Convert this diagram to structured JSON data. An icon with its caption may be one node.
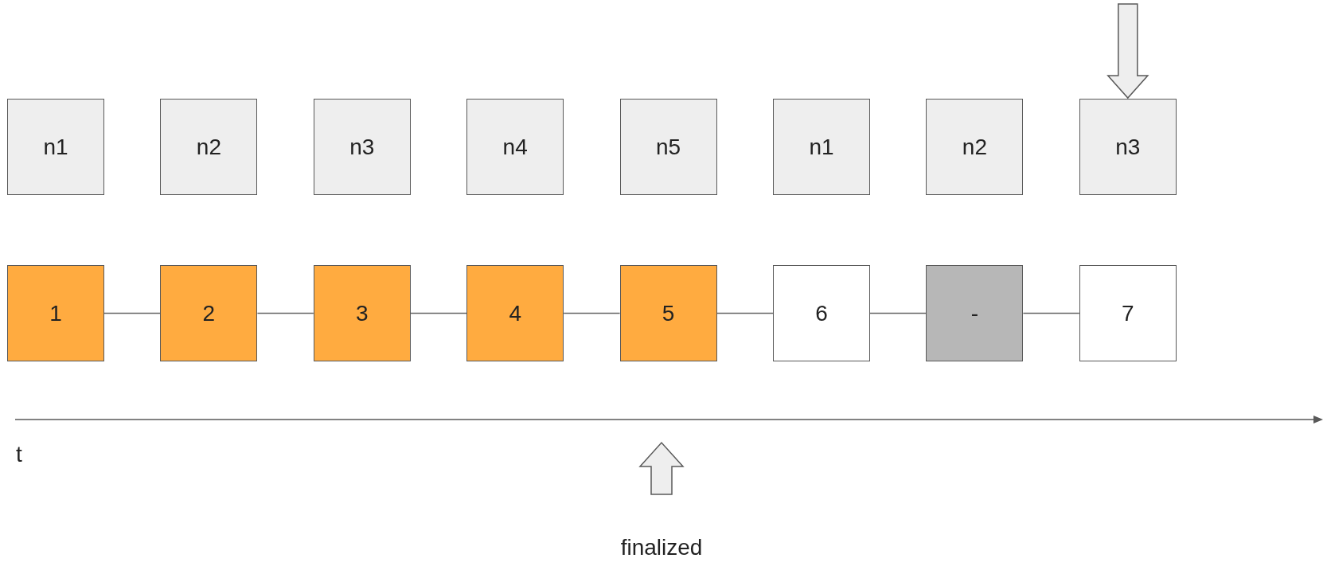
{
  "diagram": {
    "nodes": [
      {
        "text": [
          "n1"
        ]
      },
      {
        "text": [
          "n2"
        ]
      },
      {
        "text": [
          "n3"
        ]
      },
      {
        "text": [
          "n4"
        ]
      },
      {
        "text": [
          "n5"
        ]
      },
      {
        "text": [
          "n1"
        ]
      },
      {
        "text": [
          "n2"
        ]
      },
      {
        "text": [
          "n3"
        ]
      },
      {
        "text": [
          "1"
        ]
      },
      {
        "text": [
          "2"
        ]
      },
      {
        "text": [
          "3"
        ]
      },
      {
        "text": [
          "4"
        ]
      },
      {
        "text": [
          "5"
        ]
      },
      {
        "text": [
          "6"
        ]
      },
      {
        "text": [
          "-"
        ]
      },
      {
        "text": [
          "7"
        ]
      }
    ],
    "edges": [
      {
        "from": 8,
        "to": 9,
        "arrow": "none"
      },
      {
        "from": 9,
        "to": 10,
        "arrow": "none"
      },
      {
        "from": 10,
        "to": 11,
        "arrow": "none"
      },
      {
        "from": 11,
        "to": 12,
        "arrow": "none"
      },
      {
        "from": 12,
        "to": 13,
        "arrow": "none"
      },
      {
        "from": 13,
        "to": 14,
        "arrow": "none"
      },
      {
        "from": 14,
        "to": 15,
        "arrow": "none"
      },
      {
        "from": null,
        "to": 7,
        "arrow": "to"
      }
    ],
    "labels": [
      "t",
      "finalized"
    ]
  }
}
